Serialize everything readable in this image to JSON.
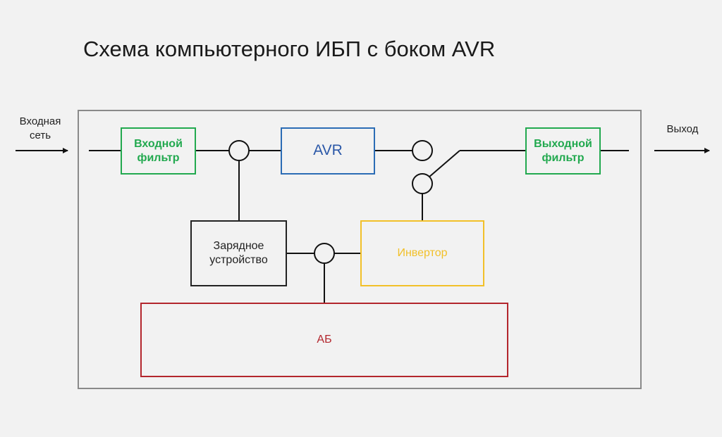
{
  "title": "Схема компьютерного ИБП с боком AVR",
  "external": {
    "input_line1": "Входная",
    "input_line2": "сеть",
    "output": "Выход"
  },
  "blocks": {
    "input_filter_line1": "Входной",
    "input_filter_line2": "фильтр",
    "avr": "AVR",
    "output_filter_line1": "Выходной",
    "output_filter_line2": "фильтр",
    "charger_line1": "Зарядное",
    "charger_line2": "устройство",
    "inverter": "Инвертор",
    "battery": "АБ"
  },
  "colors": {
    "filters": "#22a94f",
    "avr": "#2b6cb5",
    "charger": "#222222",
    "inverter": "#f2c029",
    "battery": "#b3262d",
    "frame": "#8a8a8a"
  }
}
